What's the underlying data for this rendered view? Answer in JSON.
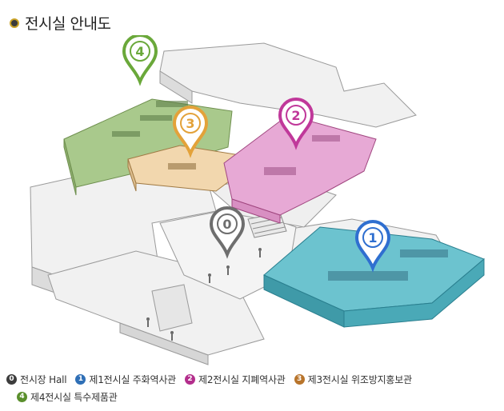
{
  "title": "전시실 안내도",
  "colors": {
    "hall": "#4a4a4a",
    "room1": "#2f6fb6",
    "room2": "#b32e8c",
    "room3": "#b8742b",
    "room4": "#5a8f2c",
    "room1_floor": "#6cc3cf",
    "room2_floor": "#e7a9d5",
    "room3_floor": "#f2d7ae",
    "room4_floor": "#a9c98c"
  },
  "markers": [
    {
      "id": "hall",
      "label": "0",
      "color": "#6e6e6e",
      "icon": "map-pin-icon"
    },
    {
      "id": "room1",
      "label": "1",
      "color": "#2f6fd0",
      "icon": "map-pin-icon"
    },
    {
      "id": "room2",
      "label": "2",
      "color": "#c0389a",
      "icon": "map-pin-icon"
    },
    {
      "id": "room3",
      "label": "3",
      "color": "#e3a23a",
      "icon": "map-pin-icon"
    },
    {
      "id": "room4",
      "label": "4",
      "color": "#6aa83a",
      "icon": "map-pin-icon"
    }
  ],
  "legend": [
    {
      "num": "0",
      "label": "전시장 Hall",
      "color": "#3c3c3c"
    },
    {
      "num": "1",
      "label": "제1전시실 주화역사관",
      "color": "#2f6fb6"
    },
    {
      "num": "2",
      "label": "제2전시실 지폐역사관",
      "color": "#b32e8c"
    },
    {
      "num": "3",
      "label": "제3전시실 위조방지홍보관",
      "color": "#b8742b"
    },
    {
      "num": "4",
      "label": "제4전시실 특수제품관",
      "color": "#5a8f2c"
    }
  ]
}
